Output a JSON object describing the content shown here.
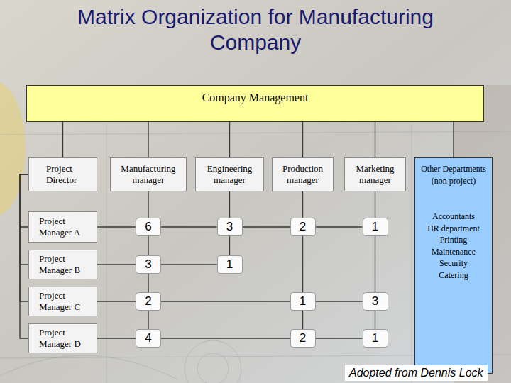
{
  "diagram": {
    "title": "Matrix Organization for Manufacturing Company",
    "caption": "Adopted from Dennis Lock",
    "nodes": [
      {
        "text": [
          "Company Management"
        ]
      },
      {
        "text": [
          "Project Director"
        ]
      },
      {
        "text": [
          "Manufacturing manager"
        ]
      },
      {
        "text": [
          "Engineering manager"
        ]
      },
      {
        "text": [
          "Production manager"
        ]
      },
      {
        "text": [
          "Marketing manager"
        ]
      },
      {
        "text": [
          "Other Departments (non project)",
          "Accountants",
          "HR department",
          "Printing",
          "Maintenance",
          "Security",
          "Catering"
        ]
      },
      {
        "text": [
          "Project Manager A"
        ]
      },
      {
        "text": [
          "Project Manager B"
        ]
      },
      {
        "text": [
          "Project Manager C"
        ]
      },
      {
        "text": [
          "Project Manager D"
        ]
      },
      {
        "text": [
          "6"
        ]
      },
      {
        "text": [
          "3"
        ]
      },
      {
        "text": [
          "2"
        ]
      },
      {
        "text": [
          "1"
        ]
      },
      {
        "text": [
          "3"
        ]
      },
      {
        "text": [
          "1"
        ]
      },
      {
        "text": [
          "2"
        ]
      },
      {
        "text": [
          "1"
        ]
      },
      {
        "text": [
          "3"
        ]
      },
      {
        "text": [
          "4"
        ]
      },
      {
        "text": [
          "2"
        ]
      },
      {
        "text": [
          "1"
        ]
      }
    ],
    "edges": [
      {
        "from": 0,
        "to": 1,
        "arrow": "none"
      },
      {
        "from": 0,
        "to": 2,
        "arrow": "none"
      },
      {
        "from": 0,
        "to": 3,
        "arrow": "none"
      },
      {
        "from": 0,
        "to": 4,
        "arrow": "none"
      },
      {
        "from": 0,
        "to": 5,
        "arrow": "none"
      },
      {
        "from": 0,
        "to": 6,
        "arrow": "none"
      },
      {
        "from": 1,
        "to": 7,
        "arrow": "none"
      },
      {
        "from": 1,
        "to": 8,
        "arrow": "none"
      },
      {
        "from": 1,
        "to": 9,
        "arrow": "none"
      },
      {
        "from": 1,
        "to": 10,
        "arrow": "none"
      },
      {
        "from": 7,
        "to": 11,
        "arrow": "none"
      },
      {
        "from": 11,
        "to": 12,
        "arrow": "none"
      },
      {
        "from": 12,
        "to": 13,
        "arrow": "none"
      },
      {
        "from": 13,
        "to": 14,
        "arrow": "none"
      },
      {
        "from": 8,
        "to": 15,
        "arrow": "none"
      },
      {
        "from": 15,
        "to": 16,
        "arrow": "none"
      },
      {
        "from": 9,
        "to": 17,
        "arrow": "none"
      },
      {
        "from": 17,
        "to": 18,
        "arrow": "none"
      },
      {
        "from": 18,
        "to": 19,
        "arrow": "none"
      },
      {
        "from": 10,
        "to": 20,
        "arrow": "none"
      },
      {
        "from": 20,
        "to": 21,
        "arrow": "none"
      },
      {
        "from": 21,
        "to": 22,
        "arrow": "none"
      },
      {
        "from": 2,
        "to": 11,
        "arrow": "none"
      },
      {
        "from": 11,
        "to": 15,
        "arrow": "none"
      },
      {
        "from": 15,
        "to": 17,
        "arrow": "none"
      },
      {
        "from": 17,
        "to": 20,
        "arrow": "none"
      },
      {
        "from": 3,
        "to": 12,
        "arrow": "none"
      },
      {
        "from": 12,
        "to": 16,
        "arrow": "none"
      },
      {
        "from": 4,
        "to": 13,
        "arrow": "none"
      },
      {
        "from": 13,
        "to": 18,
        "arrow": "none"
      },
      {
        "from": 18,
        "to": 21,
        "arrow": "none"
      },
      {
        "from": 5,
        "to": 14,
        "arrow": "none"
      },
      {
        "from": 14,
        "to": 19,
        "arrow": "none"
      },
      {
        "from": 19,
        "to": 22,
        "arrow": "none"
      }
    ]
  }
}
